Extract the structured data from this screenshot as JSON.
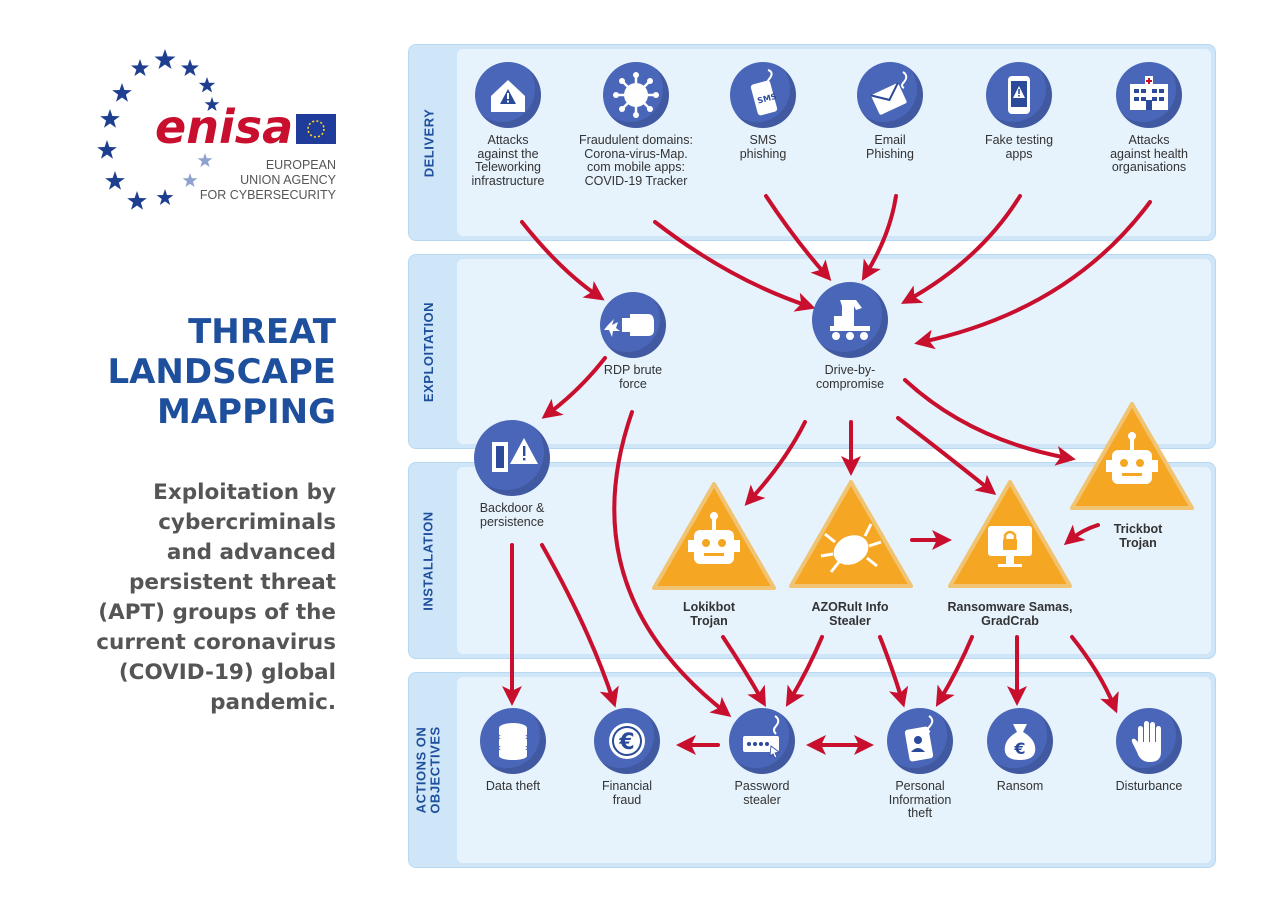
{
  "logo": {
    "wordmark": "enisa",
    "agency_lines": [
      "EUROPEAN",
      "UNION AGENCY",
      "FOR CYBERSECURITY"
    ]
  },
  "title_lines": [
    "THREAT",
    "LANDSCAPE",
    "MAPPING"
  ],
  "subtitle_lines": [
    "Exploitation by",
    "cybercriminals",
    "and advanced",
    "persistent threat",
    "(APT) groups of the",
    "current coronavirus",
    "(COVID-19) global",
    "pandemic."
  ],
  "bands": {
    "delivery": "DELIVERY",
    "exploitation": "EXPLOITATION",
    "installation": "INSTALLATION",
    "actions": [
      "ACTIONS ON",
      "OBJECTIVES"
    ]
  },
  "delivery": {
    "teleworking": [
      "Attacks",
      "against the",
      "Teleworking",
      "infrastructure"
    ],
    "domains": [
      "Fraudulent domains:",
      "Corona-virus-Map.",
      "com mobile apps:",
      "COVID-19 Tracker"
    ],
    "sms": [
      "SMS",
      "phishing"
    ],
    "email": [
      "Email",
      "Phishing"
    ],
    "fake_apps": [
      "Fake testing",
      "apps"
    ],
    "health": [
      "Attacks",
      "against health",
      "organisations"
    ]
  },
  "exploitation": {
    "rdp": [
      "RDP brute",
      "force"
    ],
    "driveby": [
      "Drive-by-",
      "compromise"
    ]
  },
  "installation": {
    "backdoor": [
      "Backdoor &",
      "persistence"
    ],
    "lokibot": [
      "Lokikbot",
      "Trojan"
    ],
    "azorult": [
      "AZORult Info",
      "Stealer"
    ],
    "ransomware": [
      "Ransomware Samas,",
      "GradCrab"
    ],
    "trickbot": [
      "Trickbot",
      "Trojan"
    ]
  },
  "actions": {
    "data_theft": [
      "Data theft"
    ],
    "financial_fraud": [
      "Financial",
      "fraud"
    ],
    "password_stealer": [
      "Password",
      "stealer"
    ],
    "personal_info": [
      "Personal",
      "Information",
      "theft"
    ],
    "ransom": [
      "Ransom"
    ],
    "disturbance": [
      "Disturbance"
    ]
  },
  "icon_text": {
    "sms": "SMS",
    "euro": "€"
  },
  "colors": {
    "primary_blue": "#1e4f9c",
    "circle_blue": "#4a66b8",
    "arrow_red": "#c8102e",
    "warning_orange": "#f5a623",
    "band_bg": "#cfe6f8"
  }
}
